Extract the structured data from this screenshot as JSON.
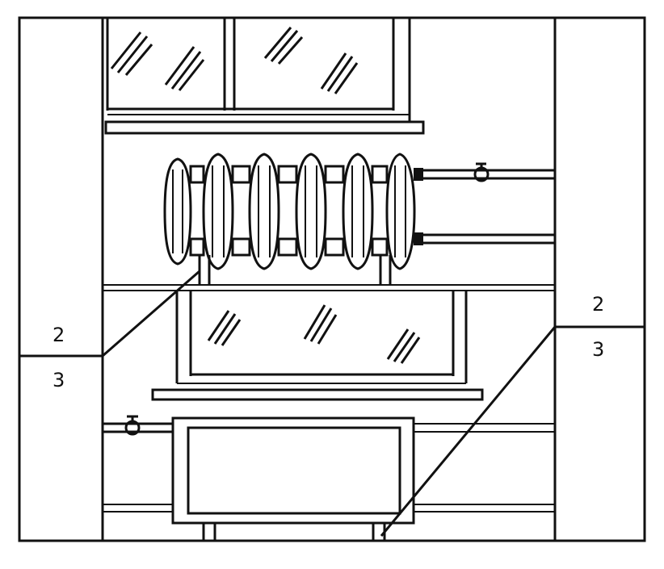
{
  "diagram": {
    "callouts": {
      "left": {
        "upper": "2",
        "lower": "3"
      },
      "right": {
        "upper": "2",
        "lower": "3"
      }
    }
  }
}
